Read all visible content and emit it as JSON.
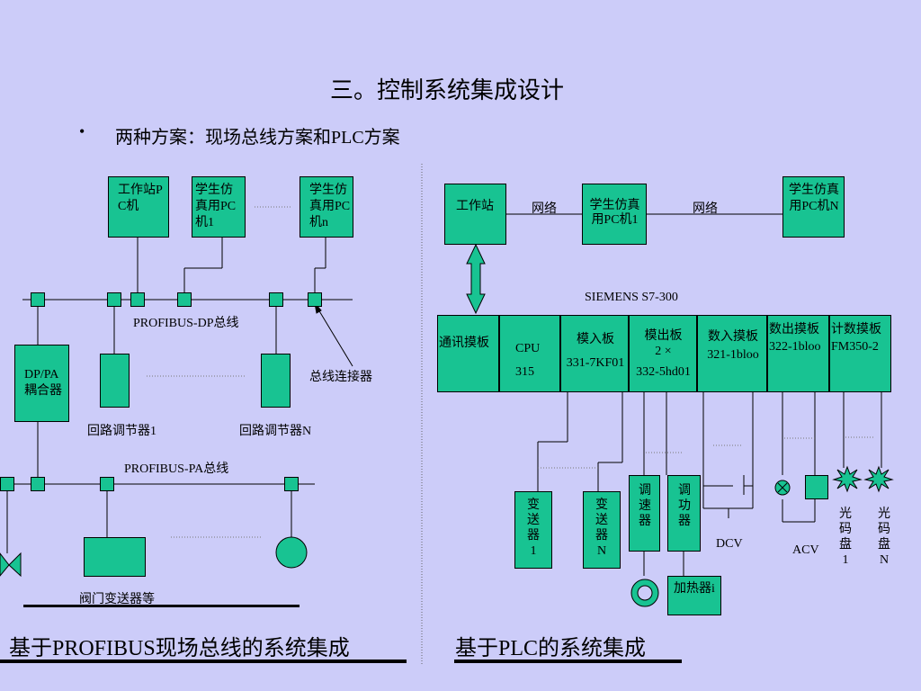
{
  "slide": {
    "title": "三。控制系统集成设计",
    "bullet": "两种方案：现场总线方案和PLC方案"
  },
  "left": {
    "workstation": "工作站PC机",
    "student_pc_1": "学生仿真用PC机1",
    "student_pc_n": "学生仿真用PC机n",
    "profibus_dp": "PROFIBUS-DP总线",
    "dp_pa_coupler": "DP/PA耦合器",
    "bus_connector": "总线连接器",
    "loop_regulator_1": "回路调节器1",
    "loop_regulator_n": "回路调节器N",
    "profibus_pa": "PROFIBUS-PA总线",
    "valve_transmitter": "阀门变送器等",
    "caption": "基于PROFIBUS现场总线的系统集成"
  },
  "right": {
    "workstation": "工作站",
    "network_1": "网络",
    "student_pc_1": "学生仿真用PC机1",
    "network_2": "网络",
    "student_pc_n": "学生仿真用PC机N",
    "siemens": "SIEMENS S7-300",
    "modules": [
      {
        "l1": "通讯摸板",
        "l2": "",
        "l3": ""
      },
      {
        "l1": "CPU",
        "l2": "315",
        "l3": ""
      },
      {
        "l1": "模入板",
        "l2": "331-7KF01",
        "l3": ""
      },
      {
        "l1": "模出板",
        "l2": "2 ×",
        "l3": "332-5hd01"
      },
      {
        "l1": "数入摸板",
        "l2": "321-1bloo",
        "l3": ""
      },
      {
        "l1": "数出摸板",
        "l2": "322-1bloo",
        "l3": ""
      },
      {
        "l1": "计数摸板",
        "l2": "FM350-2",
        "l3": ""
      }
    ],
    "transmitter_1": "变送器1",
    "transmitter_n": "变送器N",
    "speed_regulator": "调速器",
    "power_regulator": "调功器",
    "heater": "加热器i",
    "dcv": "DCV",
    "acv": "ACV",
    "encoder_1": "光码盘1",
    "encoder_n": "光码盘N",
    "caption": "基于PLC的系统集成"
  }
}
